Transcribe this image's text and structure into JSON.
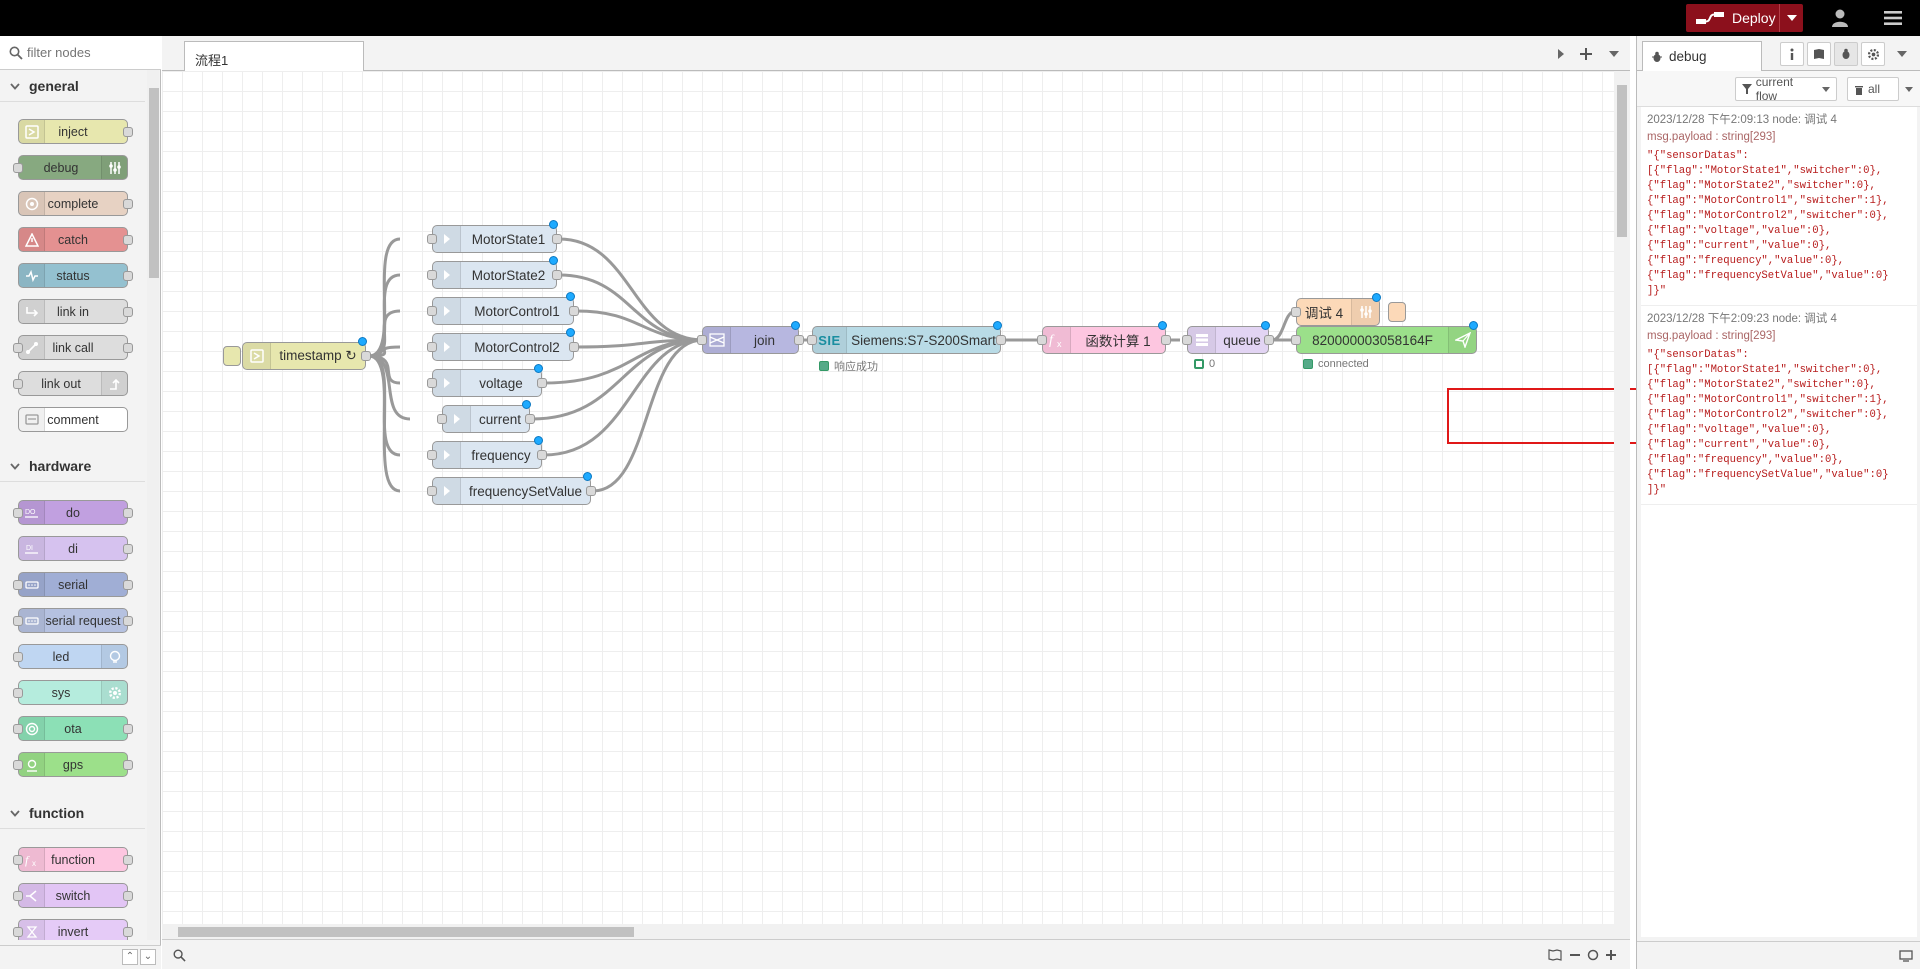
{
  "header": {
    "deploy_label": "Deploy"
  },
  "palette": {
    "search_placeholder": "filter nodes",
    "categories": [
      {
        "label": "general"
      },
      {
        "label": "hardware"
      },
      {
        "label": "function"
      }
    ],
    "nodes": [
      {
        "label": "inject",
        "color": "#e7e7ae"
      },
      {
        "label": "debug",
        "color": "#87a980"
      },
      {
        "label": "complete",
        "color": "#e7d2c3"
      },
      {
        "label": "catch",
        "color": "#e49191"
      },
      {
        "label": "status",
        "color": "#94c1d0"
      },
      {
        "label": "link in",
        "color": "#dddddd"
      },
      {
        "label": "link call",
        "color": "#dddddd"
      },
      {
        "label": "link out",
        "color": "#dddddd"
      },
      {
        "label": "comment",
        "color": "#ffffff"
      },
      {
        "label": "do"
      },
      {
        "label": "di"
      },
      {
        "label": "serial"
      },
      {
        "label": "serial request"
      },
      {
        "label": "led"
      },
      {
        "label": "sys"
      },
      {
        "label": "ota"
      },
      {
        "label": "gps"
      },
      {
        "label": "function"
      },
      {
        "label": "switch"
      },
      {
        "label": "invert"
      }
    ]
  },
  "workspace": {
    "tab_label": "流程1",
    "nodes": {
      "timestamp": "timestamp ↻",
      "ms1": "MotorState1",
      "ms2": "MotorState2",
      "mc1": "MotorControl1",
      "mc2": "MotorControl2",
      "voltage": "voltage",
      "current": "current",
      "frequency": "frequency",
      "fsv": "frequencySetValue",
      "join": "join",
      "siemens": "Siemens:S7-S200Smart",
      "siemens_icon": "SIE",
      "siemens_status": "响应成功",
      "func": "函数计算 1",
      "queue": "queue",
      "queue_status": "0",
      "debug4": "调试 4",
      "mqtt": "820000003058164F",
      "mqtt_status": "connected"
    }
  },
  "sidebar": {
    "tab_label": "debug",
    "filter_flow": "current flow",
    "filter_all": "all",
    "messages": [
      {
        "meta": "2023/12/28 下午2:09:13   node: 调试 4",
        "topic": "msg.payload : string[293]",
        "payload": "\"{\"sensorDatas\":\n[{\"flag\":\"MotorState1\",\"switcher\":0},\n{\"flag\":\"MotorState2\",\"switcher\":0},\n{\"flag\":\"MotorControl1\",\"switcher\":1},\n{\"flag\":\"MotorControl2\",\"switcher\":0},\n{\"flag\":\"voltage\",\"value\":0},\n{\"flag\":\"current\",\"value\":0},\n{\"flag\":\"frequency\",\"value\":0},\n{\"flag\":\"frequencySetValue\",\"value\":0}\n]}\""
      },
      {
        "meta": "2023/12/28 下午2:09:23   node: 调试 4",
        "topic": "msg.payload : string[293]",
        "payload": "\"{\"sensorDatas\":\n[{\"flag\":\"MotorState1\",\"switcher\":0},\n{\"flag\":\"MotorState2\",\"switcher\":0},\n{\"flag\":\"MotorControl1\",\"switcher\":1},\n{\"flag\":\"MotorControl2\",\"switcher\":0},\n{\"flag\":\"voltage\",\"value\":0},\n{\"flag\":\"current\",\"value\":0},\n{\"flag\":\"frequency\",\"value\":0},\n{\"flag\":\"frequencySetValue\",\"value\":0}\n]}\""
      }
    ]
  }
}
